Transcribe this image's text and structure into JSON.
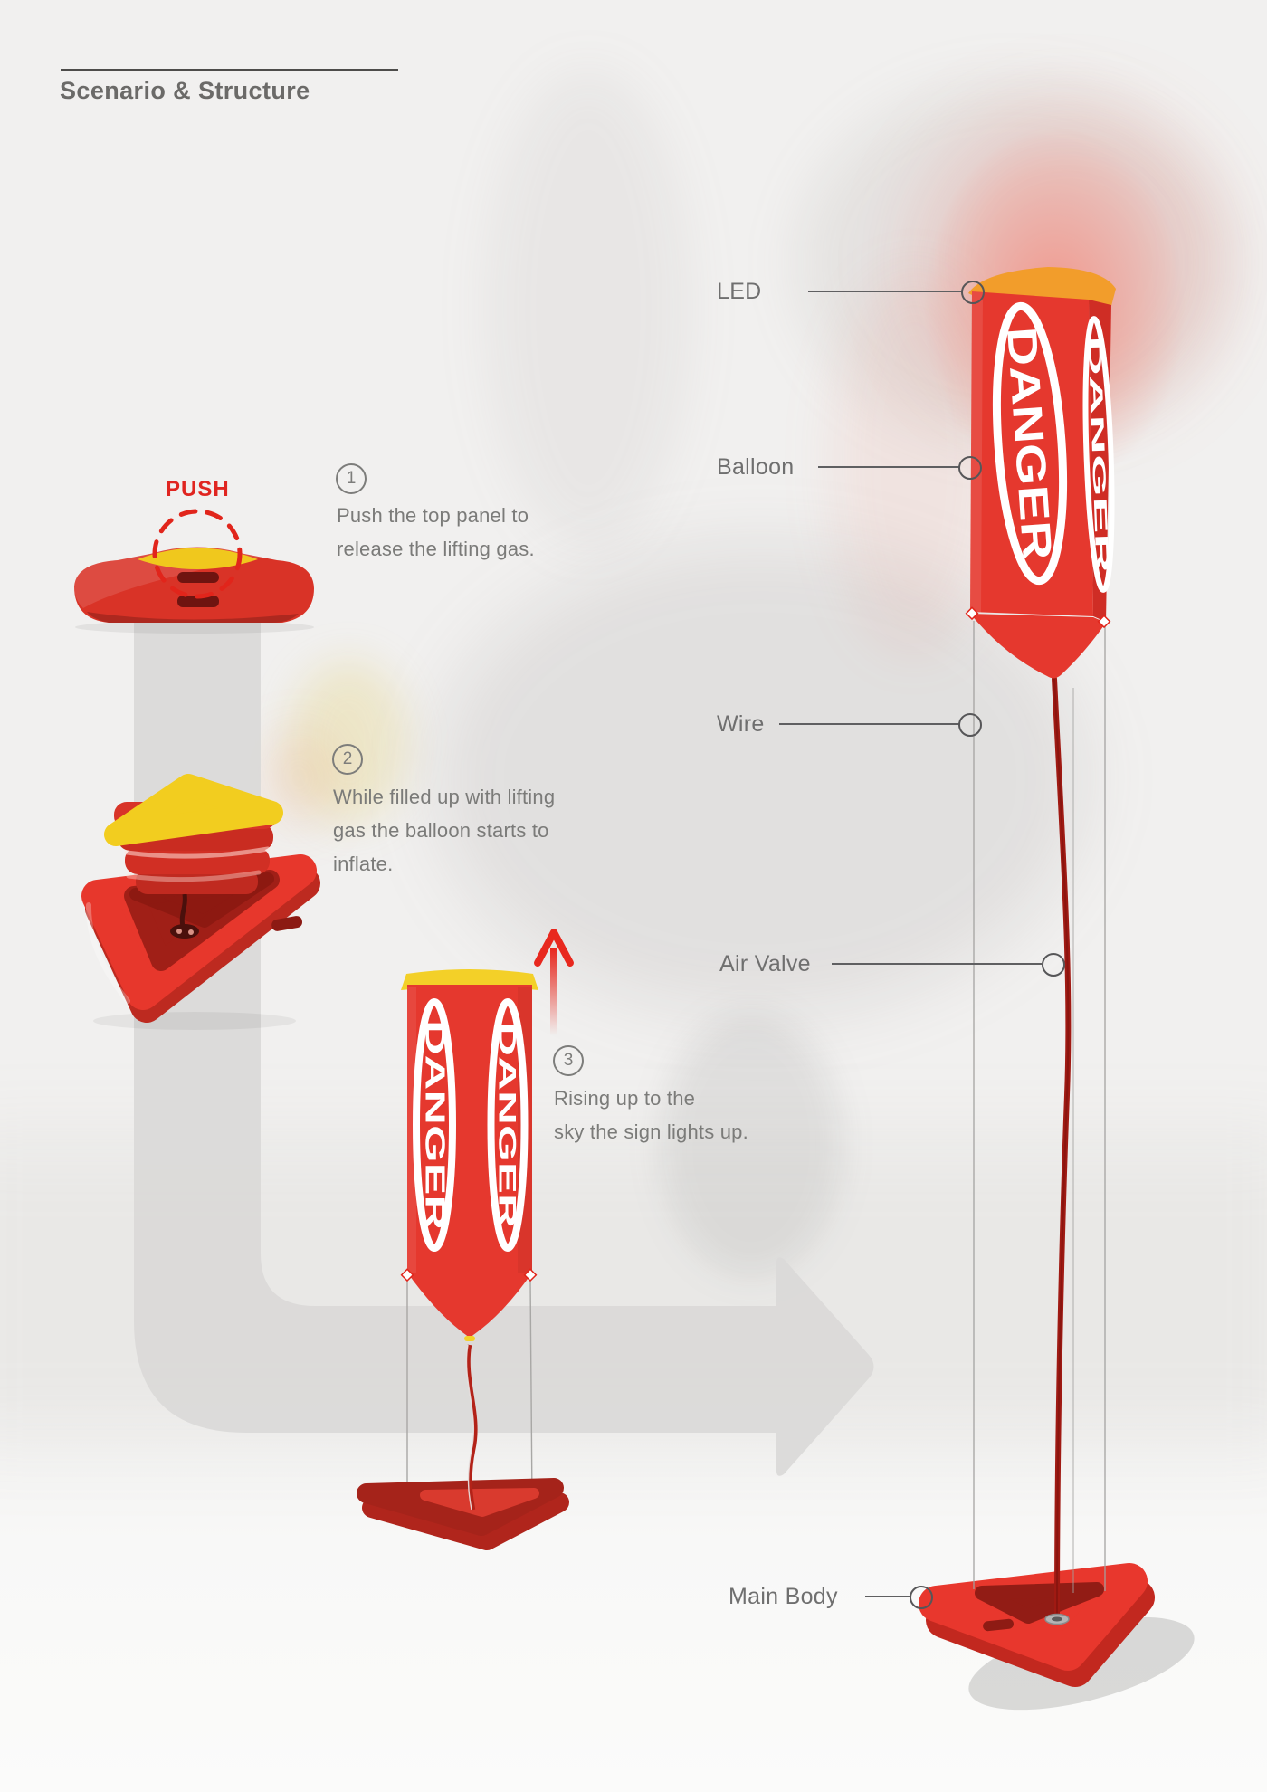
{
  "header": {
    "title": "Scenario & Structure"
  },
  "push_label": "PUSH",
  "steps": [
    {
      "num": "1",
      "lines": [
        "Push the top panel to",
        "release the lifting gas."
      ]
    },
    {
      "num": "2",
      "lines": [
        "While filled up with lifting",
        "gas the balloon starts to",
        "inflate."
      ]
    },
    {
      "num": "3",
      "lines": [
        "Rising up to the",
        "sky the sign lights up."
      ]
    }
  ],
  "part_labels": [
    {
      "text": "LED"
    },
    {
      "text": "Balloon"
    },
    {
      "text": "Wire"
    },
    {
      "text": "Air Valve"
    },
    {
      "text": "Main Body"
    }
  ],
  "danger_text": "DANGER",
  "colors": {
    "balloon_red": "#e5382e",
    "side_red": "#cf2d25",
    "dark_red": "#921c15",
    "rope_red": "#a01a13",
    "cap_orange": "#f29d2b",
    "panel_yellow": "#f2ce20",
    "arrow_gray": "#dbdad9",
    "label_gray": "#6f6f6f",
    "push_red": "#e02520"
  }
}
